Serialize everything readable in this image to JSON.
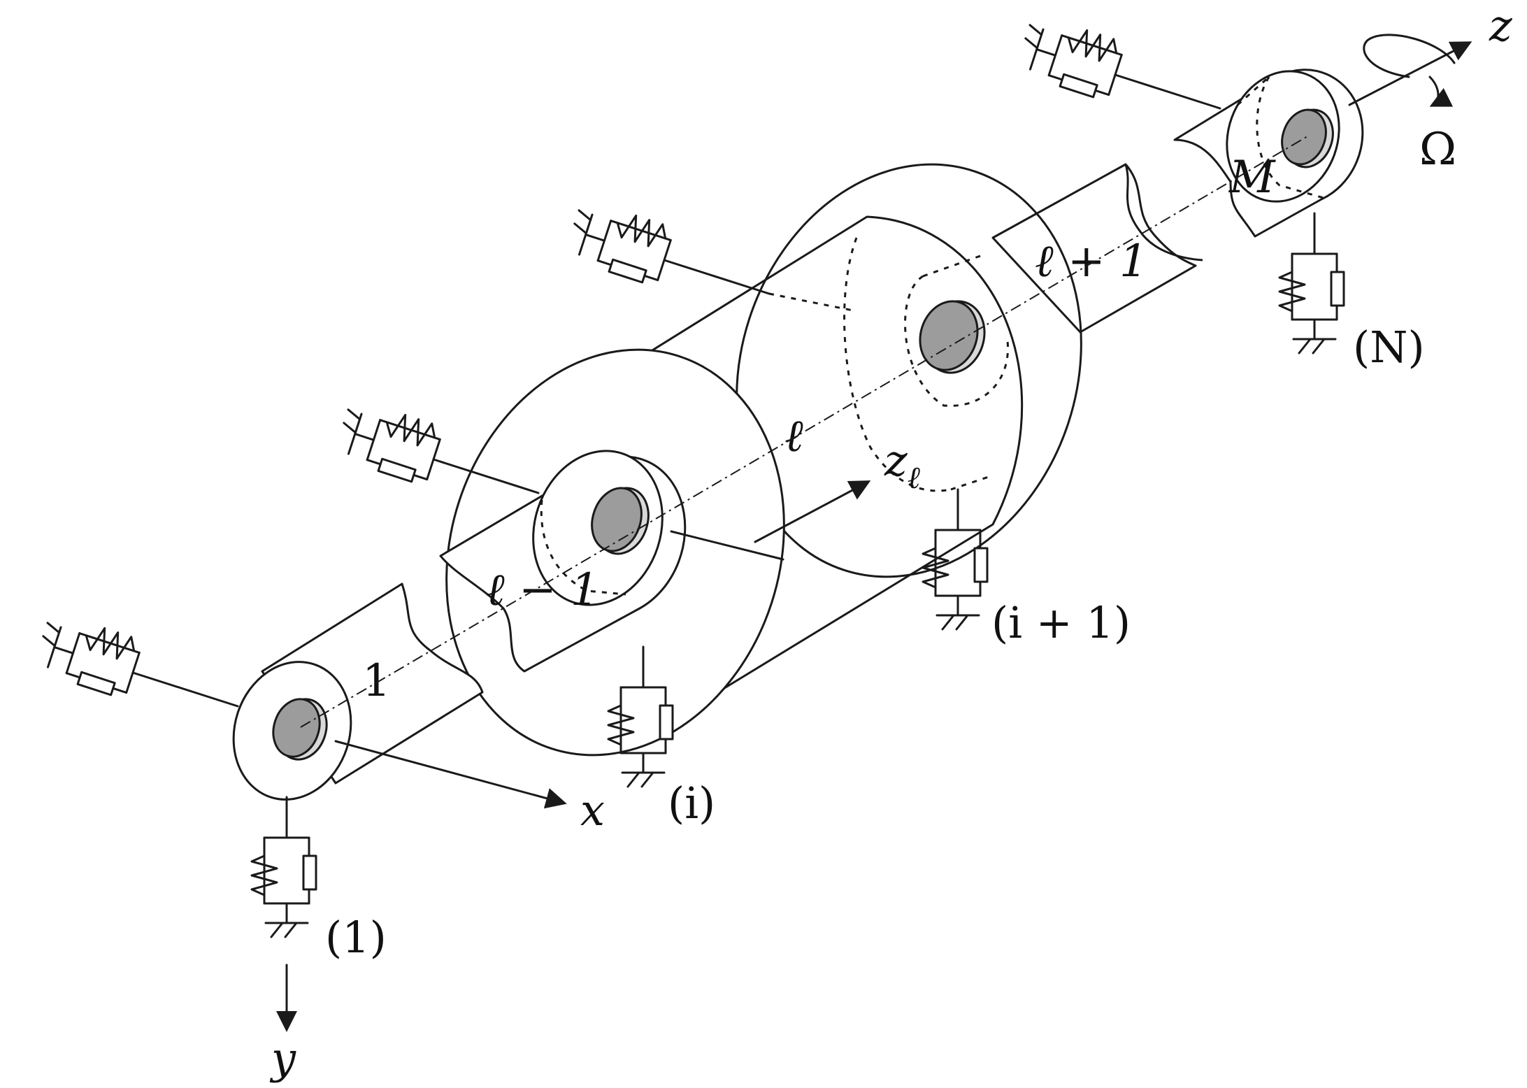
{
  "figure": {
    "labels": {
      "axis_x": "x",
      "axis_y": "y",
      "axis_z": "z",
      "omega": "Ω",
      "local_axis": "z",
      "local_axis_sub": "ℓ",
      "element_1": "1",
      "element_l_minus_1": "ℓ − 1",
      "element_l": "ℓ",
      "element_l_plus_1": "ℓ + 1",
      "element_M": "M",
      "support_1": "(1)",
      "support_i": "(i)",
      "support_i_plus_1": "(i + 1)",
      "support_N": "(N)"
    },
    "colors": {
      "line": "#1a1a1a",
      "shaft_fill": "#ffffff",
      "disc_fill": "#9c9c9c"
    }
  }
}
